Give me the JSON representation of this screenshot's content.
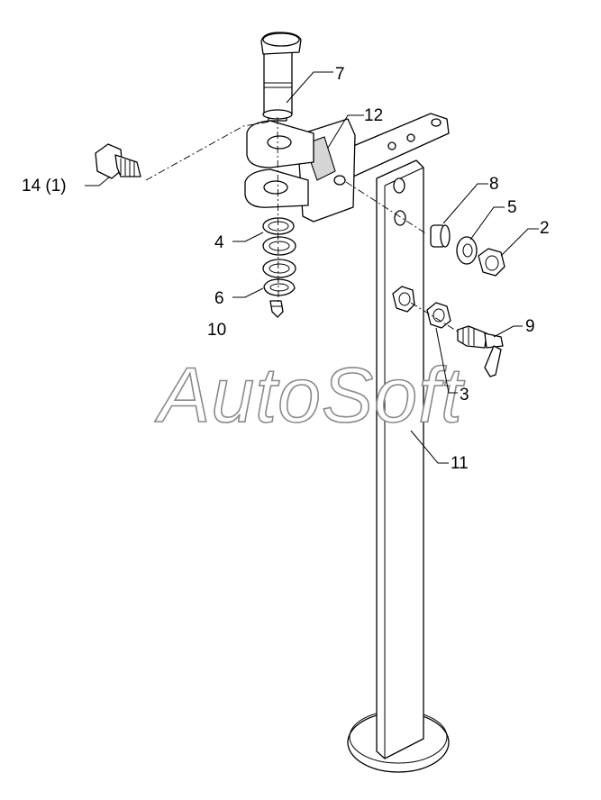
{
  "watermark": "AutoSoft",
  "callouts": {
    "c7": "7",
    "c12": "12",
    "c14": "14 (1)",
    "c8": "8",
    "c5": "5",
    "c2": "2",
    "c4": "4",
    "c6": "6",
    "c10": "10",
    "c9": "9",
    "c3": "3",
    "c11": "11"
  }
}
